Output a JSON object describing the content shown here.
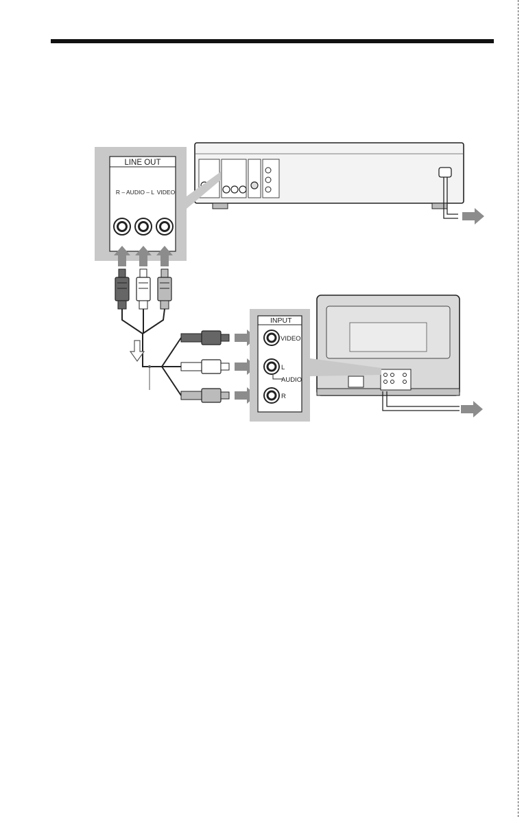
{
  "colors": {
    "page": "#ffffff",
    "rule": "#111111",
    "panel_gray": "#c8c8c8",
    "device_face": "#efefef",
    "arrow_gray": "#8c8c8c",
    "tv_gray": "#d9d9d9"
  },
  "player_panel": {
    "title": "LINE OUT",
    "jack_labels": "R – AUDIO – L",
    "video_label": "VIDEO"
  },
  "tv_panel": {
    "title": "INPUT",
    "video_label": "VIDEO",
    "left_label": "L",
    "audio_label": "AUDIO",
    "right_label": "R"
  },
  "icons": [
    "rca-jack-icon",
    "rca-plug-icon",
    "power-arrow-icon",
    "signal-flow-arrow-icon"
  ]
}
